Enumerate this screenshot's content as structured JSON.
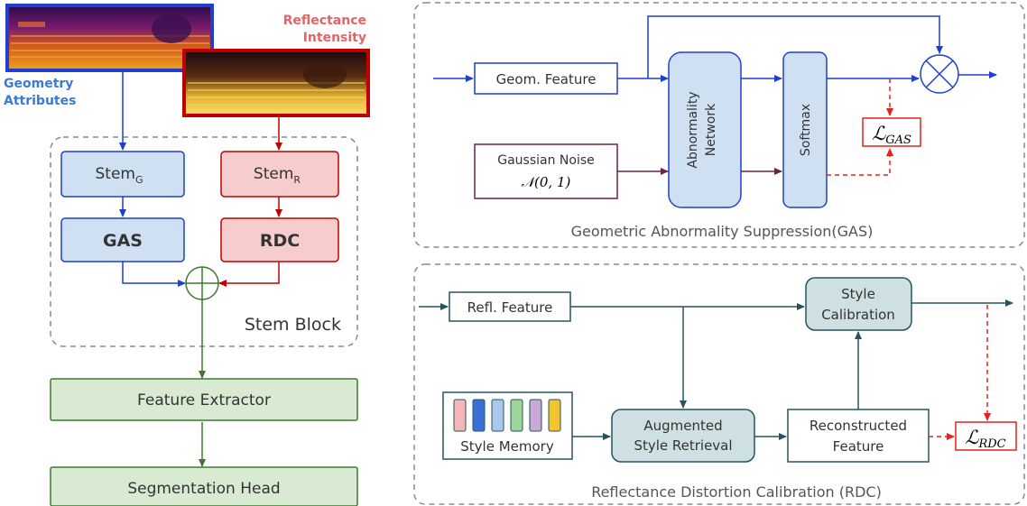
{
  "left": {
    "geometry_label": [
      "Geometry",
      "Attributes"
    ],
    "reflectance_label": [
      "Reflectance",
      "Intensity"
    ],
    "stem_g": {
      "base": "Stem",
      "sub": "G"
    },
    "stem_r": {
      "base": "Stem",
      "sub": "R"
    },
    "gas": "GAS",
    "rdc": "RDC",
    "stem_block": "Stem Block",
    "feature_extractor": "Feature Extractor",
    "segmentation_head": "Segmentation Head"
  },
  "gas_panel": {
    "geom_feature": "Geom. Feature",
    "gaussian_noise": "Gaussian Noise",
    "noise_dist": "𝒩(0, 1)",
    "abnormality_network": [
      "Abnormality",
      "Network"
    ],
    "softmax": "Softmax",
    "loss": {
      "base": "ℒ",
      "sub": "GAS"
    },
    "caption": "Geometric Abnormality Suppression(GAS)"
  },
  "rdc_panel": {
    "refl_feature": "Refl. Feature",
    "style_calibration": [
      "Style",
      "Calibration"
    ],
    "style_memory": "Style Memory",
    "augmented_style_retrieval": [
      "Augmented",
      "Style Retrieval"
    ],
    "reconstructed_feature": [
      "Reconstructed",
      "Feature"
    ],
    "loss": {
      "base": "ℒ",
      "sub": "RDC"
    },
    "caption": "Reflectance Distortion Calibration (RDC)"
  },
  "colors": {
    "blue": "#1f3fd0",
    "red": "#c00000",
    "green": "#3a7a2a",
    "teal": "#24555e",
    "purple": "#6b2346",
    "dashed_red": "#e8211a",
    "geometry_text": "#3a7bd5",
    "reflectance_text": "#e06666"
  },
  "memory_colors": [
    "#f4b6b6",
    "#3b6fd8",
    "#a9c8ea",
    "#9fd49a",
    "#c9a9d6",
    "#f4c430"
  ]
}
